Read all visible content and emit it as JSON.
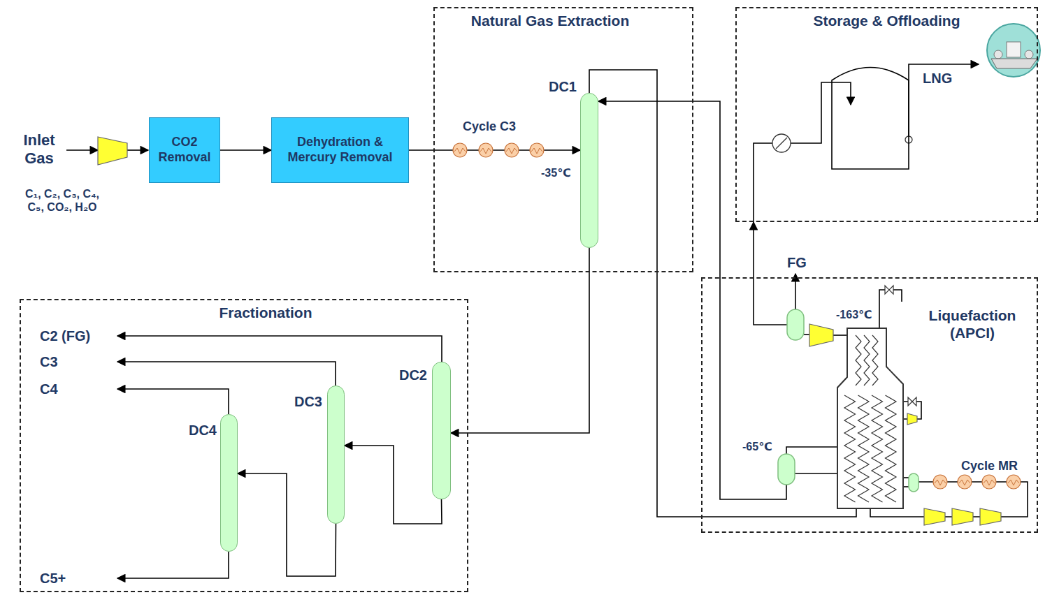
{
  "diagram": {
    "nodes": [
      {
        "text": [
          "CO2 Removal"
        ]
      },
      {
        "text": [
          "Dehydration & Mercury Removal"
        ]
      },
      {
        "text": [
          "Natural Gas Extraction"
        ]
      },
      {
        "text": [
          "DC1"
        ],
        "in": 2
      },
      {
        "text": [
          "Storage & Offloading"
        ]
      },
      {
        "text": [
          "Fractionation"
        ]
      },
      {
        "text": [
          "DC2"
        ],
        "in": 5
      },
      {
        "text": [
          "DC3"
        ],
        "in": 5
      },
      {
        "text": [
          "DC4"
        ],
        "in": 5
      },
      {
        "text": [
          "Liquefaction (APCI)"
        ]
      }
    ],
    "edges": [
      {
        "from": 0,
        "to": 1,
        "arrow": "to"
      },
      {
        "from": 1,
        "to": 3,
        "arrow": "to"
      },
      {
        "from": 3,
        "to": 6,
        "arrow": "to"
      },
      {
        "from": 6,
        "to": 7,
        "arrow": "to"
      },
      {
        "from": 7,
        "to": 8,
        "arrow": "to"
      },
      {
        "from": 3,
        "to": 9,
        "arrow": "none"
      },
      {
        "from": 9,
        "to": 3,
        "arrow": "to"
      },
      {
        "from": 9,
        "to": 4,
        "arrow": "to"
      }
    ],
    "labels": [
      "Inlet Gas",
      "C₁, C₂, C₃, C₄, C₅, CO₂, H₂O",
      "Cycle C3",
      "-35℃",
      "LNG",
      "FG",
      "-163℃",
      "-65℃",
      "Cycle MR",
      "C2 (FG)",
      "C3",
      "C4",
      "C5+"
    ]
  }
}
